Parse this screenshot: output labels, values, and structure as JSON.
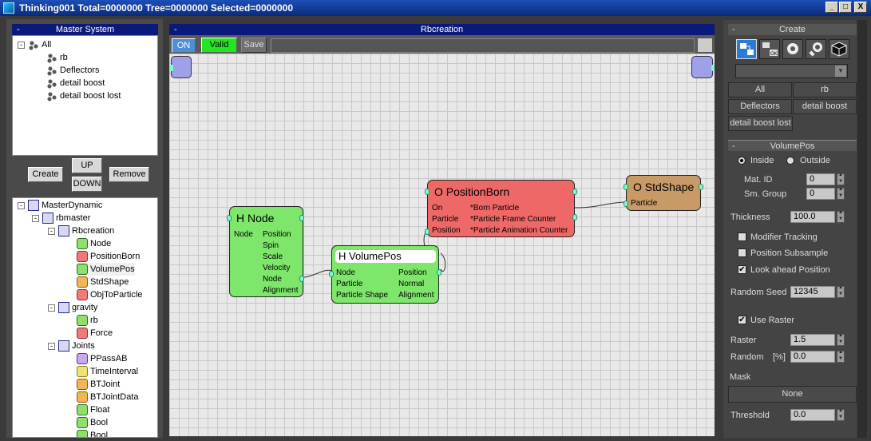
{
  "window": {
    "title": "Thinking001  Total=0000000  Tree=0000000  Selected=0000000",
    "min": "_",
    "max": "□",
    "close": "X"
  },
  "master_system": {
    "header": "Master System",
    "minus": "-",
    "items": [
      "All",
      "rb",
      "Deflectors",
      "detail boost",
      "detail boost lost"
    ]
  },
  "buttons": {
    "create": "Create",
    "up": "UP",
    "down": "DOWN",
    "remove": "Remove"
  },
  "tree": {
    "rows": [
      "MasterDynamic",
      "rbmaster",
      "Rbcreation",
      "Node",
      "PositionBorn",
      "VolumePos",
      "StdShape",
      "ObjToParticle",
      "gravity",
      "rb",
      "Force",
      "Joints",
      "PPassAB",
      "TimeInterval",
      "BTJoint",
      "BTJointData",
      "Float",
      "Bool",
      "Bool"
    ]
  },
  "editor": {
    "header": "Rbcreation",
    "minus": "-",
    "on": "ON",
    "valid": "Valid",
    "save": "Save",
    "colors": {
      "on_bg": "#4a8fd8",
      "valid_bg": "#22e622"
    }
  },
  "nodes": {
    "hnode": {
      "title": "H Node",
      "left": [
        "Node"
      ],
      "right": [
        "Position",
        "Spin",
        "Scale",
        "Velocity",
        "Node",
        "Alignment"
      ]
    },
    "volumepos": {
      "title": "H VolumePos",
      "left": [
        "Node",
        "Particle",
        "Particle Shape"
      ],
      "right": [
        "Position",
        "Normal",
        "Alignment"
      ]
    },
    "positionborn": {
      "title": "O PositionBorn",
      "left": [
        "On",
        "Particle",
        "Position"
      ],
      "right": [
        "*Born Particle",
        "*Particle Frame Counter",
        "*Particle Animation Counter"
      ]
    },
    "stdshape": {
      "title": "O StdShape",
      "left": [
        "Particle"
      ]
    }
  },
  "create_panel": {
    "header": "Create",
    "minus": "-",
    "icons": [
      "add-node-icon",
      "ok-node-icon",
      "gear-icon",
      "wrench-icon",
      "cube-icon"
    ],
    "groups": [
      "All",
      "rb",
      "Deflectors",
      "detail boost",
      "detail boost lost"
    ]
  },
  "volumepos_panel": {
    "header": "VolumePos",
    "minus": "-",
    "inside": "Inside",
    "outside": "Outside",
    "mat_id_label": "Mat. ID",
    "mat_id": "0",
    "sm_group_label": "Sm. Group",
    "sm_group": "0",
    "thickness_label": "Thickness",
    "thickness": "100.0",
    "modifier_tracking": "Modifier Tracking",
    "position_subsample": "Position Subsample",
    "look_ahead": "Look ahead Position",
    "random_seed_label": "Random Seed",
    "random_seed": "12345",
    "use_raster": "Use Raster",
    "raster_label": "Raster",
    "raster": "1.5",
    "random_label": "Random",
    "random_unit": "[%]",
    "random": "0.0",
    "mask_label": "Mask",
    "mask_value": "None",
    "threshold_label": "Threshold",
    "threshold": "0.0",
    "check": "✔"
  }
}
